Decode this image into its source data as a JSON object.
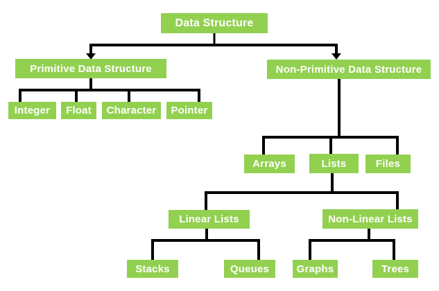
{
  "diagram": {
    "type": "tree",
    "title": "Data Structure classification",
    "nodes": {
      "data_structure": {
        "label": "Data Structure"
      },
      "primitive": {
        "label": "Primitive Data Structure"
      },
      "non_primitive": {
        "label": "Non-Primitive Data Structure"
      },
      "integer": {
        "label": "Integer"
      },
      "float": {
        "label": "Float"
      },
      "character": {
        "label": "Character"
      },
      "pointer": {
        "label": "Pointer"
      },
      "arrays": {
        "label": "Arrays"
      },
      "lists": {
        "label": "Lists"
      },
      "files": {
        "label": "Files"
      },
      "linear_lists": {
        "label": "Linear Lists"
      },
      "non_linear_lists": {
        "label": "Non-Linear Lists"
      },
      "stacks": {
        "label": "Stacks"
      },
      "queues": {
        "label": "Queues"
      },
      "graphs": {
        "label": "Graphs"
      },
      "trees": {
        "label": "Trees"
      }
    },
    "hierarchy": {
      "data_structure": [
        "primitive",
        "non_primitive"
      ],
      "primitive": [
        "integer",
        "float",
        "character",
        "pointer"
      ],
      "non_primitive": [
        "arrays",
        "lists",
        "files"
      ],
      "lists": [
        "linear_lists",
        "non_linear_lists"
      ],
      "linear_lists": [
        "stacks",
        "queues"
      ],
      "non_linear_lists": [
        "graphs",
        "trees"
      ]
    },
    "root_edge_style": "arrowheads-down",
    "other_edge_style": "plain-elbow",
    "colors": {
      "node_fill": "#92d050",
      "node_text": "#ffffff",
      "connector": "#000000",
      "background": "#ffffff"
    }
  }
}
